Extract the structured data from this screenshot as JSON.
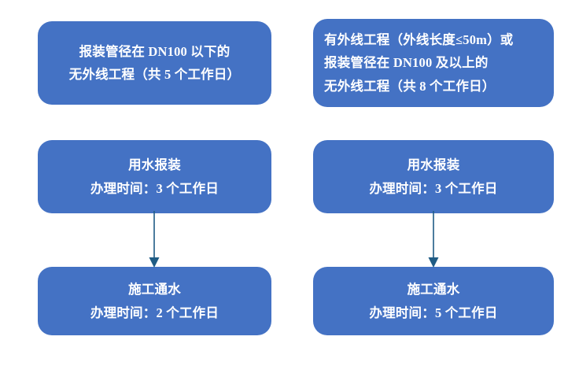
{
  "diagram": {
    "type": "flowchart",
    "background_color": "#FFFFFF",
    "node_fill_color": "#4472C4",
    "node_text_color": "#FFFFFF",
    "arrow_color": "#1F5C85",
    "columns": [
      {
        "name": "left-branch",
        "nodes": [
          {
            "id": "left-condition",
            "role": "condition",
            "lines": [
              "报装管径在 DN100 以下的",
              "无外线工程（共 5 个工作日）"
            ]
          },
          {
            "id": "left-step-1",
            "role": "process",
            "lines": [
              "用水报装",
              "办理时间：3 个工作日"
            ]
          },
          {
            "id": "left-step-2",
            "role": "process",
            "lines": [
              "施工通水",
              "办理时间：2 个工作日"
            ]
          }
        ]
      },
      {
        "name": "right-branch",
        "nodes": [
          {
            "id": "right-condition",
            "role": "condition",
            "lines": [
              "有外线工程（外线长度≤50m）或",
              "报装管径在 DN100 及以上的",
              "无外线工程（共 8 个工作日）"
            ]
          },
          {
            "id": "right-step-1",
            "role": "process",
            "lines": [
              "用水报装",
              "办理时间：3 个工作日"
            ]
          },
          {
            "id": "right-step-2",
            "role": "process",
            "lines": [
              "施工通水",
              "办理时间：5 个工作日"
            ]
          }
        ]
      }
    ],
    "connectors": [
      {
        "id": "left-arrow",
        "from": "left-step-1",
        "to": "left-step-2",
        "style": "straight-down-arrow"
      },
      {
        "id": "right-arrow",
        "from": "right-step-1",
        "to": "right-step-2",
        "style": "straight-down-arrow"
      }
    ]
  }
}
